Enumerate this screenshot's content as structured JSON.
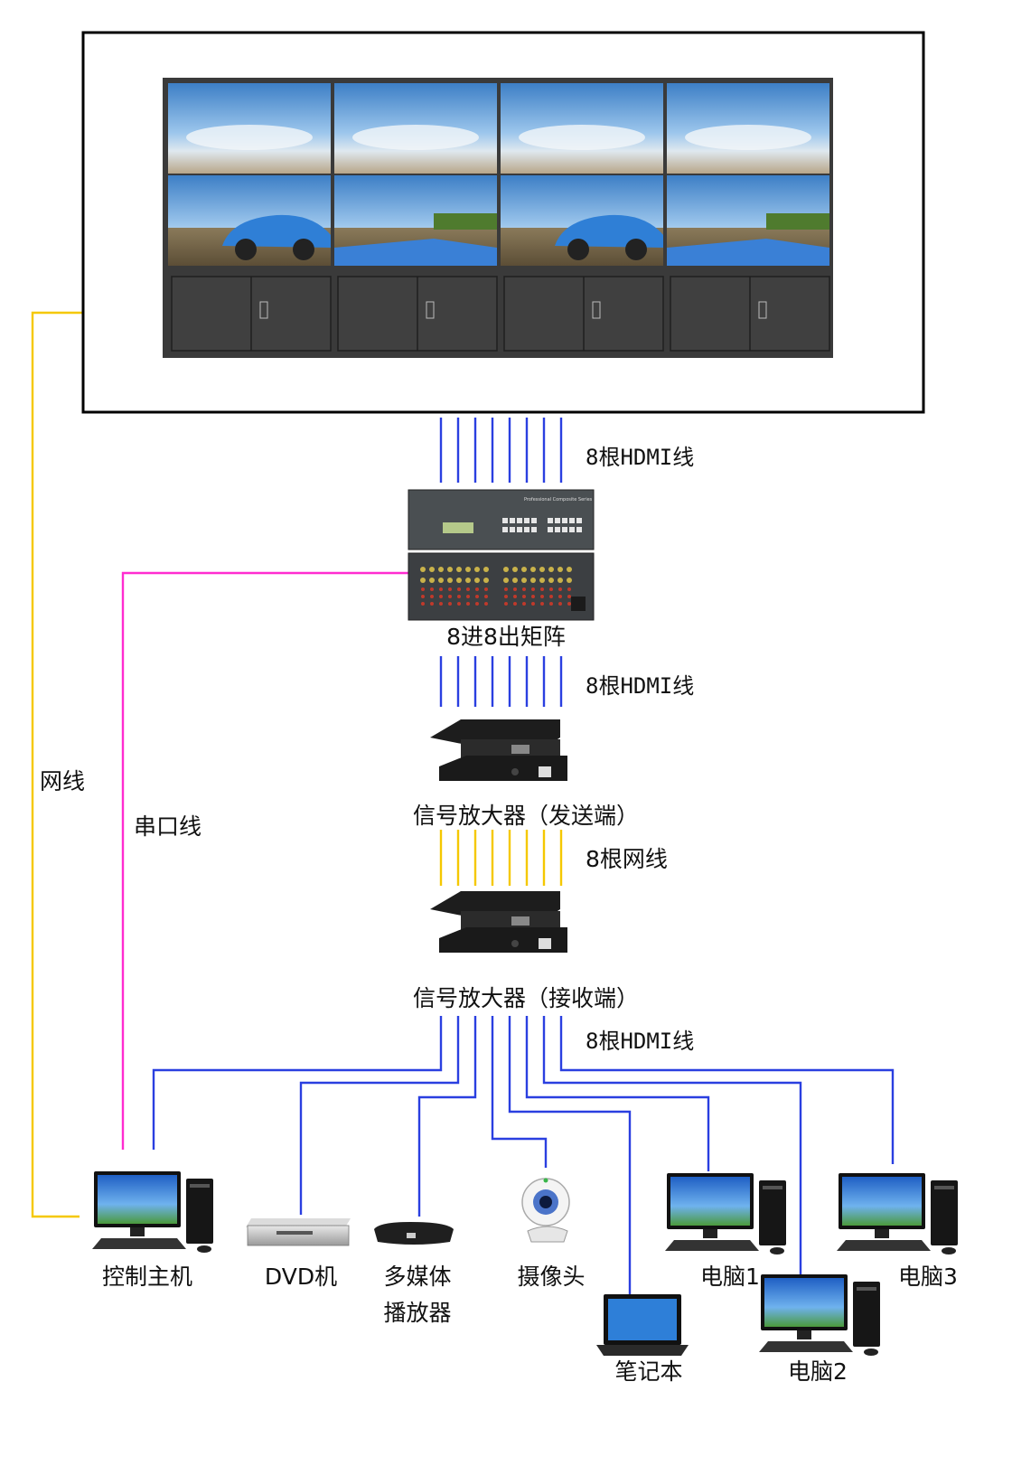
{
  "colors": {
    "hdmi": "#2a3fe0",
    "network": "#f5c800",
    "serial": "#ff2cd0",
    "frame": "#000000",
    "device_dark": "#2a2a2a"
  },
  "labels": {
    "hdmi_top": "8根HDMI线",
    "matrix": "8进8出矩阵",
    "hdmi_mid": "8根HDMI线",
    "sender": "信号放大器（发送端）",
    "net_8": "8根网线",
    "receiver": "信号放大器（接收端）",
    "hdmi_bottom": "8根HDMI线",
    "network_line": "网线",
    "serial_line": "串口线"
  },
  "matrix_panel_text": "Professional Composite Series",
  "devices": {
    "control_host": "控制主机",
    "dvd": "DVD机",
    "media_player_1": "多媒体",
    "media_player_2": "播放器",
    "camera": "摄像头",
    "laptop": "笔记本",
    "pc1": "电脑1",
    "pc2": "电脑2",
    "pc3": "电脑3"
  },
  "icons": [
    "video-wall-icon",
    "matrix-switcher-icon",
    "hdmi-extender-icon",
    "desktop-computer-icon",
    "dvd-player-icon",
    "media-box-icon",
    "webcam-icon",
    "laptop-icon"
  ]
}
